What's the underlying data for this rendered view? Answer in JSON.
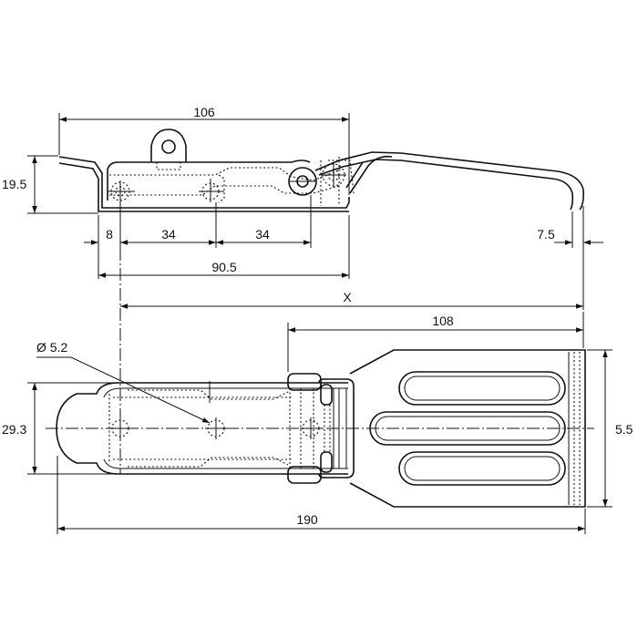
{
  "dimensions": {
    "top_length": "106",
    "height": "19.5",
    "offset": "8",
    "pitch_1": "34",
    "pitch_2": "34",
    "hook_gap": "7.5",
    "mount_span": "90.5",
    "x_span": "X",
    "plate_length": "108",
    "hole_diameter": "Ø 5.2",
    "body_width": "29.3",
    "plate_width": "5.5",
    "total_length": "190"
  }
}
